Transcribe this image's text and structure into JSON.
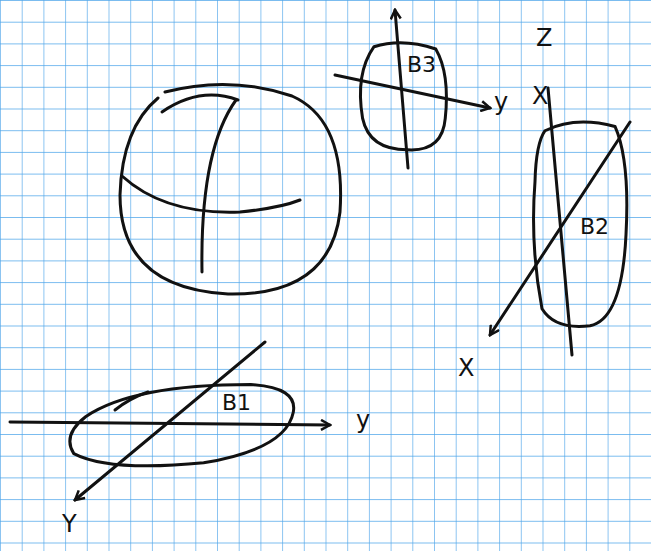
{
  "diagram": {
    "nodes": [
      {
        "text": [
          "B3"
        ]
      },
      {
        "text": [
          "B2"
        ]
      },
      {
        "text": [
          "B1"
        ]
      }
    ],
    "labels": [
      "Z",
      "y",
      "X",
      "X",
      "y",
      "Y"
    ]
  }
}
